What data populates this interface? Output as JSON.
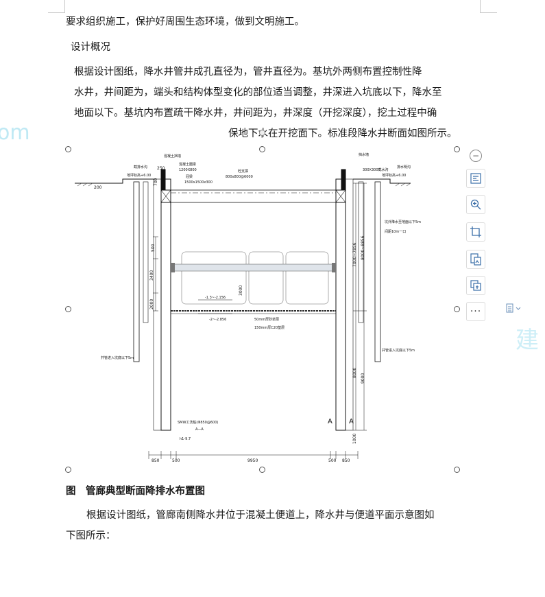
{
  "paragraphs": {
    "line1": "要求组织施工，保护好周围生态环境，做到文明施工。",
    "heading": "设计概况",
    "p1": "根据设计图纸，降水井管井成孔直径为，管井直径为。基坑外两侧布置控制性降",
    "p2": "水井，井间距为，端头和结构体型变化的部位适当调整，井深进入坑底以下，降水至",
    "p3": "地面以下。基坑内布置疏干降水井，井间距为，井深度（开挖深度），挖土过程中确",
    "p4": "保地下水在开挖面下。标准段降水井断面如图所示。",
    "p5": "根据设计图纸，管廊南侧降水井位于混凝土便道上，降水井与便道平面示意图如",
    "p6": "下图所示："
  },
  "caption": "图　管廊典型断面降排水布置图",
  "watermark_left": "om",
  "watermark_right": "建",
  "toolbar": {
    "minus": "−",
    "more": "···"
  },
  "drawing": {
    "labels_small": {
      "top_left_a": "混凝土挡墙",
      "top_left_b": "截排水沟",
      "top_left_c": "混凝土圈梁",
      "beam_size": "1200X800",
      "top_left_d": "冠梁",
      "corner_size": "1500x1500x300",
      "top_mid_a": "砼支撑",
      "strut_size": "800x800@6000",
      "top_right_a": "挡水墙",
      "top_right_b": "300X300截水沟",
      "top_right_c": "排水明沟",
      "level_left": "地坪标高+6.00",
      "level_right": "地坪标高+6.00",
      "right_note1": "坑外降水至地面以下5m",
      "right_note2": "间距10m一口",
      "left_note": "井管进入坑底以下5m",
      "right_note3": "井管进入坑底以下5m",
      "layer1": "50mm厚砂浆层",
      "layer2": "150mm厚C20垫层",
      "smw": "SMW工法桩(Φ850@600)",
      "section": "A—A",
      "lv1": "-1.3~-2.156",
      "lv2": "-2~-2.856",
      "h1": "h1-9.7"
    },
    "dims": {
      "d250": "250",
      "d700": "700",
      "d200": "200",
      "d500": "500",
      "d3400": "3400",
      "d2000": "2000",
      "d3000": "3000",
      "d7856": "7000~7856",
      "d8856": "8000~8856",
      "d8000": "8000",
      "d9000": "9000",
      "d1000": "1000",
      "b850a": "850",
      "b500a": "500",
      "b9950": "9950",
      "b500b": "500",
      "b850b": "850",
      "markA1": "A",
      "markA2": "A"
    }
  }
}
